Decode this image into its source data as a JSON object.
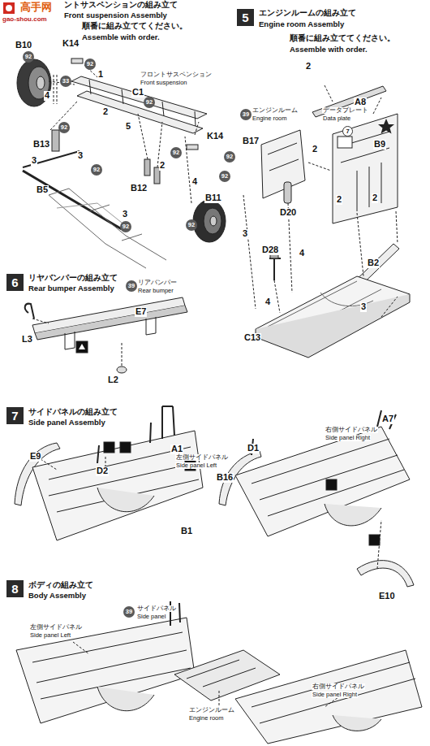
{
  "diagram": {
    "nodes": [
      {
        "text": [
          "92"
        ]
      },
      {
        "text": [
          "92"
        ]
      },
      {
        "text": [
          "33"
        ]
      },
      {
        "text": [
          "92"
        ]
      },
      {
        "text": [
          "92"
        ]
      },
      {
        "text": [
          "92"
        ]
      },
      {
        "text": [
          "92"
        ]
      },
      {
        "text": [
          "92"
        ]
      },
      {
        "text": [
          "92"
        ]
      },
      {
        "text": [
          "92"
        ]
      },
      {
        "text": [
          "92"
        ]
      },
      {
        "text": [
          "5"
        ]
      },
      {
        "text": [
          "39"
        ]
      },
      {
        "text": [
          "7"
        ]
      },
      {
        "text": [
          "6"
        ]
      },
      {
        "text": [
          "39"
        ]
      },
      {
        "text": [
          "7"
        ]
      },
      {
        "text": [
          "39"
        ]
      },
      {
        "text": [
          "8"
        ]
      }
    ],
    "labels": [
      "高手网",
      "gao-shou.com",
      "ントサスペンションの組み立て",
      "Front suspension Assembly",
      "順番に組み立ててください。",
      "Assemble with order.",
      "B10",
      "K14",
      "1",
      "フロントサスペンション",
      "Front suspension",
      "C1",
      "4",
      "2",
      "5",
      "B13",
      "3",
      "3",
      "B5",
      "2",
      "K14",
      "B12",
      "4",
      "3",
      "B11",
      "エンジンルームの組み立て",
      "Engine room Assembly",
      "順番に組み立ててください。",
      "Assemble with order.",
      "2",
      "A8",
      "エンジンルーム",
      "Engine room",
      "データプレート",
      "Data plate",
      "B17",
      "2",
      "B9",
      "D20",
      "2",
      "2",
      "3",
      "D28",
      "4",
      "B2",
      "4",
      "3",
      "C13",
      "リヤバンパーの組み立て",
      "Rear bumper Assembly",
      "リアバンパー",
      "Rear bumper",
      "E7",
      "L3",
      "L2",
      "サイドパネルの組み立て",
      "Side panel Assembly",
      "A1",
      "左側サイドパネル",
      "Side panel Left",
      "E9",
      "D2",
      "B1",
      "サイドパネル",
      "Side panel",
      "A7",
      "右側サイドパネル",
      "Side panel Right",
      "D1",
      "B16",
      "E10",
      "ボディの組み立て",
      "Body Assembly",
      "左側サイドパネル",
      "Side panel Left",
      "エンジンルーム",
      "Engine room",
      "右側サイドパネル",
      "Side panel Right"
    ]
  }
}
